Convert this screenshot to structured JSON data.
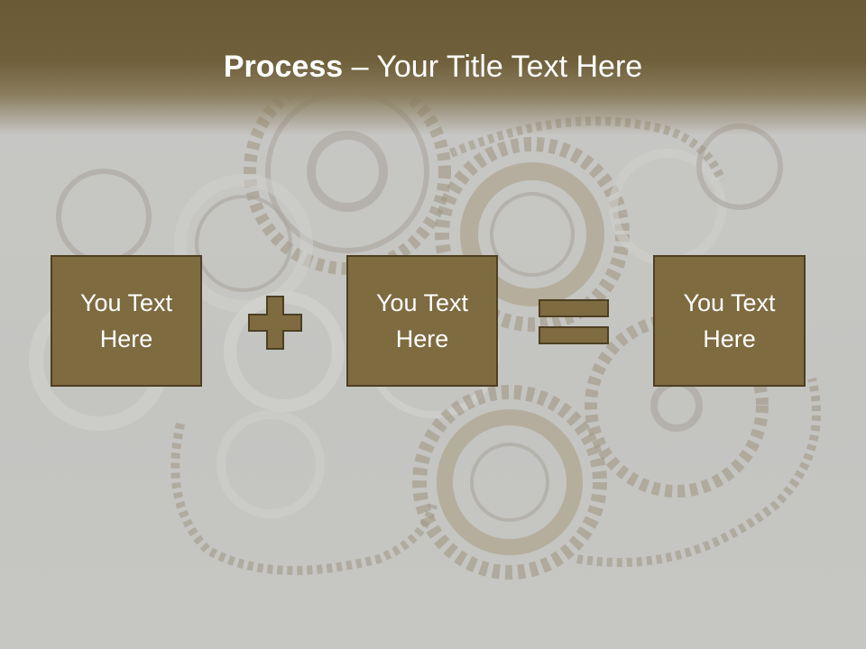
{
  "slide": {
    "title_bold": "Process",
    "title_rest": " – Your Title Text Here",
    "boxes": [
      {
        "text": "You Text Here"
      },
      {
        "text": "You Text Here"
      },
      {
        "text": "You Text Here"
      }
    ],
    "operators": [
      "plus",
      "equals"
    ]
  },
  "colors": {
    "header": "#6a5a35",
    "box_fill": "#7e6b40",
    "box_border": "#4d3f22",
    "background": "#c4c4c1",
    "text": "#ffffff"
  }
}
